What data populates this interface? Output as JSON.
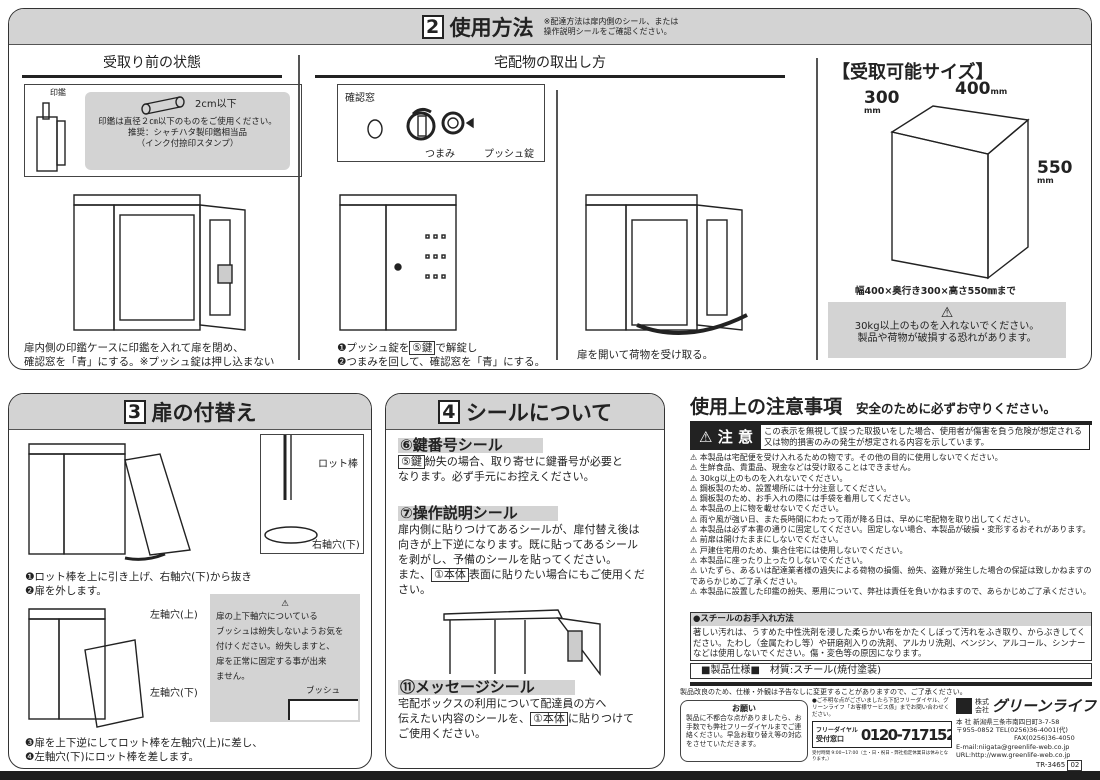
{
  "section2": {
    "number": "2",
    "title": "使用方法",
    "note": "※配達方法は扉内側のシール、または\n操作説明シールをご確認ください。",
    "before": {
      "heading": "受取り前の状態",
      "stamp_label": "印鑑",
      "size_label": "2cm以下",
      "info1": "印鑑は直径２㎝以下のものをご使用ください。",
      "info2": "推奨：シャチハタ製印鑑相当品",
      "info3": "（インク付捺印スタンプ）",
      "caption1": "扉内側の印鑑ケースに印鑑を入れて扉を閉め、",
      "caption2": "確認窓を「青」にする。※プッシュ錠は押し込まない"
    },
    "takeout": {
      "heading": "宅配物の取出し方",
      "window_label": "確認窓",
      "knob_label": "つまみ",
      "lock_label": "プッシュ錠",
      "step1_pre": "❶プッシュ錠を",
      "step1_key": "⑤鍵",
      "step1_post": "で解錠し",
      "step2": "❷つまみを回して、確認窓を「青」にする。",
      "open_caption": "扉を開いて荷物を受け取る。"
    },
    "size": {
      "heading": "【受取可能サイズ】",
      "depth": "300",
      "width": "400",
      "height": "550",
      "unit": "mm",
      "summary": "幅400×奥行き300×高さ550㎜まで",
      "warn1": "30kg以上のものを入れないでください。",
      "warn2": "製品や荷物が破損する恐れがあります。"
    }
  },
  "section3": {
    "number": "3",
    "title": "扉の付替え",
    "rod_label": "ロット棒",
    "right_hole": "右軸穴(下)",
    "step1": "❶ロット棒を上に引き上げ、右軸穴(下)から抜き",
    "step2": "❷扉を外します。",
    "left_upper": "左軸穴(上)",
    "left_lower": "左軸穴(下)",
    "note_lines": [
      "扉の上下軸穴についている",
      "ブッシュは紛失しないようお気を",
      "付けください。紛失しますと、",
      "扉を正常に固定する事が出来",
      "ません。"
    ],
    "bush_label": "ブッシュ",
    "step3": "❸扉を上下逆にしてロット棒を左軸穴(上)に差し、",
    "step4": "❹左軸穴(下)にロット棒を差します。"
  },
  "section4": {
    "number": "4",
    "title": "シールについて",
    "key": {
      "title": "⑥鍵番号シール",
      "tag": "⑤鍵",
      "text1": "紛失の場合、取り寄せに鍵番号が必要と",
      "text2": "なります。必ず手元にお控えください。"
    },
    "manual": {
      "title": "⑦操作説明シール",
      "text1": "扉内側に貼りつけてあるシールが、扉付替え後は",
      "text2": "向きが上下逆になります。既に貼ってあるシール",
      "text3": "を剥がし、予備のシールを貼ってください。",
      "text4_pre": "また、",
      "tag": "①本体",
      "text4_post": "表面に貼りたい場合にもご使用くだ",
      "text5": "さい。"
    },
    "message": {
      "title": "⑪メッセージシール",
      "text1": "宅配ボックスの利用について配達員の方へ",
      "text2_pre": "伝えたい内容のシールを、",
      "tag": "①本体",
      "text2_post": "に貼りつけて",
      "text3": "ご使用ください。"
    }
  },
  "cautions": {
    "title": "使用上の注意事項",
    "subtitle": "安全のために必ずお守りください。",
    "badge": "⚠ 注 意",
    "badge_text": "この表示を無視して誤った取扱いをした場合、使用者が傷害を負う危険が想定される又は物的損害のみの発生が想定される内容を示しています。",
    "items": [
      "本製品は宅配便を受け入れるための物です。その他の目的に使用しないでください。",
      "生鮮食品、貴重品、現金などは受け取ることはできません。",
      "30kg以上のものを入れないでください。",
      "鋼板製のため、設置場所には十分注意してください。",
      "鋼板製のため、お手入れの際には手袋を着用してください。",
      "本製品の上に物を載せないでください。",
      "雨や風が強い日、また長時間にわたって雨が降る日は、早めに宅配物を取り出してください。",
      "本製品は必ず本書の通りに固定してください。固定しない場合、本製品が破損・変形するおそれがあります。",
      "前扉は開けたままにしないでください。",
      "戸建住宅用のため、集合住宅には使用しないでください。",
      "本製品に座ったり上ったりしないでください。",
      "いたずら、あるいは配達業者様の過失による荷物の損傷、紛失、盗難が発生した場合の保証は致しかねますのであらかじめご了承ください。",
      "本製品に設置した印鑑の紛失、悪用について、弊社は責任を負いかねますので、あらかじめご了承ください。"
    ],
    "care_title": "●スチールのお手入れ方法",
    "care_text": "著しい汚れは、うすめた中性洗剤を浸した柔らかい布をかたくしぼって汚れをふき取り、からぶきしてください。たわし（金属たわし等）や研磨剤入りの洗剤、アルカリ洗剤、ベンジン、アルコール、シンナーなどは使用しないでください。傷・変色等の原因になります。",
    "spec": "■製品仕様■　材質:スチール(焼付塗装)",
    "notice": "製品改良のため、仕様・外観は予告なしに変更することがありますので、ご了承ください。",
    "request_title": "お願い",
    "request_text": "製品に不都合な点がありましたら、お手数でも弊社フリーダイヤルまでご連絡ください。早急お取り替え等の対応をさせていただきます。",
    "hotline_note": "●ご不明な点がございましたら下記フリーダイヤル、グリーンライフ「お客様サービス係」までお問い合わせください。",
    "hotline_label1": "フリーダイヤル",
    "hotline_label2": "受付窓口",
    "phone": "0120-717152",
    "hours": "受付時間 9:00~17:00（土・日・祝日・弊社指定休業日は休みとなります。）",
    "company_prefix": "株式会社",
    "company": "グリーンライフ",
    "address": "本 社 新潟県三条市南四日町3-7-58",
    "zip_tel": "〒955-0852 TEL(0256)36-4001(代)",
    "fax": "FAX(0256)36-4050",
    "email": "E-mail:niigata@greenlife-web.co.jp",
    "url": "URL:http://www.greenlife-web.co.jp",
    "code": "TR-3465",
    "page": "02"
  }
}
